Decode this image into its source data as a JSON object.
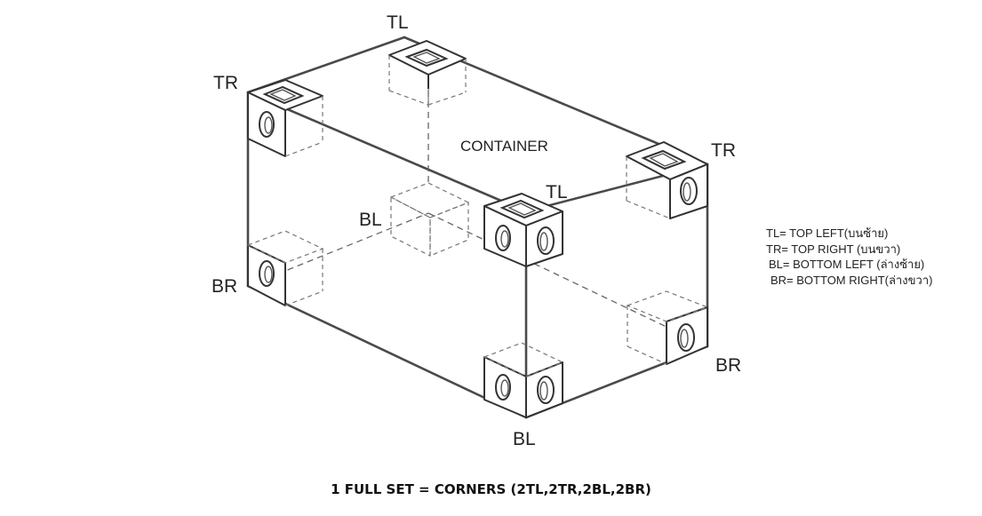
{
  "diagram": {
    "container_label": "CONTAINER",
    "labels": {
      "tl_top": "TL",
      "tr_left": "TR",
      "tr_right": "TR",
      "tl_front": "TL",
      "bl_hidden": "BL",
      "br_left": "BR",
      "br_right": "BR",
      "bl_front": "BL"
    }
  },
  "legend": {
    "items": [
      "TL= TOP LEFT(บนซ้าย)",
      "TR= TOP RIGHT (บนขวา)",
      "BL= BOTTOM LEFT (ล่างซ้าย)",
      "BR= BOTTOM RIGHT(ล่างขวา)"
    ]
  },
  "footer": "1 FULL SET = CORNERS (2TL,2TR,2BL,2BR)"
}
